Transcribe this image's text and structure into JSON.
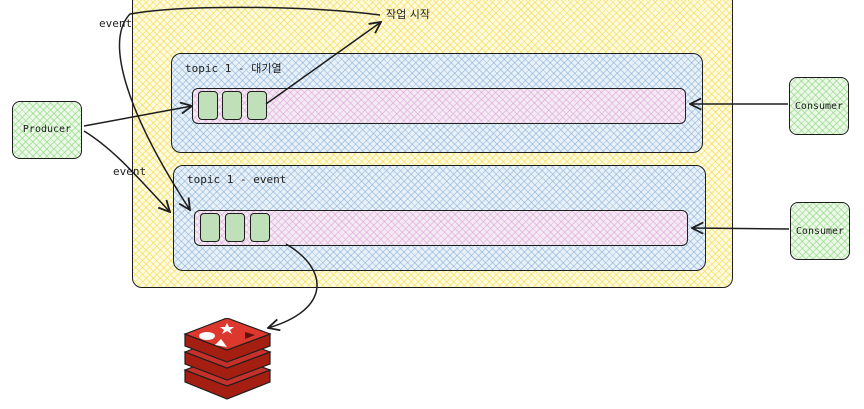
{
  "labels": {
    "event_top": "event",
    "event_mid": "event",
    "job_start": "작업 시작"
  },
  "queues": [
    {
      "title": "topic 1 - 대기열",
      "message_count": 3
    },
    {
      "title": "topic 1 - event",
      "message_count": 3
    }
  ],
  "producer": {
    "label": "Producer"
  },
  "consumers": [
    {
      "label": "Consumer"
    },
    {
      "label": "Consumer"
    }
  ],
  "redis_icon": "redis-logo-icon",
  "colors": {
    "stroke": "#1e1e1e",
    "broker_fill": "#f5e36b",
    "queue_fill": "#a5c8e8",
    "track_fill": "#e8b4e2",
    "node_fill": "#b2f2bb",
    "message_fill": "#bfe0b9",
    "redis_red": "#c6302b"
  }
}
